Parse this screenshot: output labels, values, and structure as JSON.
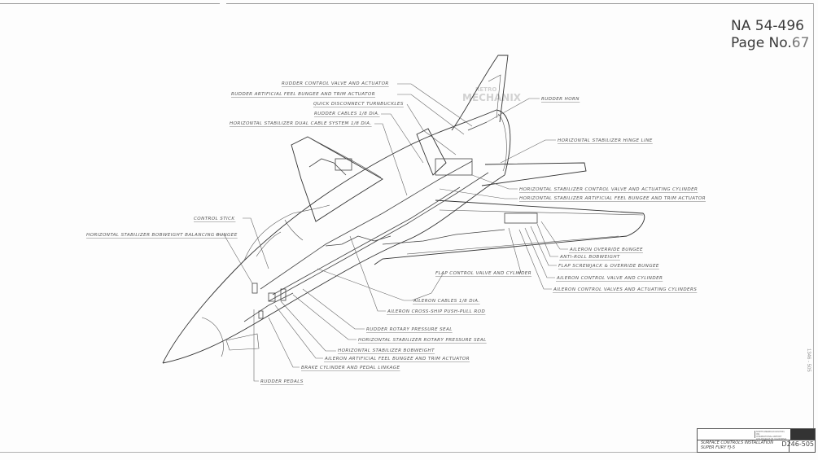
{
  "document": {
    "stamp_line1": "NA 54-496",
    "stamp_line2_prefix": "Page No.",
    "stamp_page_number": "67",
    "watermark_top": "RETRO",
    "watermark_bottom": "MECHANIX",
    "margin_note": "1346 - 505"
  },
  "callouts": {
    "rudder_control_valve": "RUDDER CONTROL VALVE AND ACTUATOR",
    "rudder_artificial_feel": "RUDDER ARTIFICIAL FEEL BUNGEE AND TRIM ACTUATOR",
    "quick_disconnect": "QUICK DISCONNECT TURNBUCKLES",
    "rudder_cables": "RUDDER CABLES 1/8 DIA.",
    "hstab_dual_cable": "HORIZONTAL STABILIZER DUAL CABLE SYSTEM 1/8 DIA.",
    "rudder_horn": "RUDDER HORN",
    "hstab_hinge_line": "HORIZONTAL STABILIZER HINGE LINE",
    "hstab_control_valve": "HORIZONTAL STABILIZER CONTROL VALVE AND ACTUATING CYLINDER",
    "hstab_artificial_feel": "HORIZONTAL STABILIZER ARTIFICIAL FEEL BUNGEE AND TRIM ACTUATOR",
    "control_stick": "CONTROL STICK",
    "hstab_bobweight_bungee": "HORIZONTAL STABILIZER BOBWEIGHT BALANCING BUNGEE",
    "aileron_override_bungee": "AILERON OVERRIDE BUNGEE",
    "anti_roll_bobweight": "ANTI-ROLL BOBWEIGHT",
    "flap_screwjack": "FLAP SCREWJACK & OVERRIDE BUNGEE",
    "flap_control_valve": "FLAP CONTROL VALVE AND CYLINDER",
    "aileron_control_valve": "AILERON CONTROL VALVE AND CYLINDER",
    "aileron_control_valves_cyl": "AILERON CONTROL VALVES AND ACTUATING CYLINDERS",
    "aileron_cables": "AILERON CABLES 1/8 DIA.",
    "aileron_cross_ship": "AILERON CROSS-SHIP PUSH-PULL ROD",
    "rudder_rotary_seal": "RUDDER ROTARY PRESSURE SEAL",
    "hstab_rotary_seal": "HORIZONTAL STABILIZER ROTARY PRESSURE SEAL",
    "hstab_bobweight": "HORIZONTAL STABILIZER BOBWEIGHT",
    "aileron_artificial_feel": "AILERON ARTIFICIAL FEEL BUNGEE AND TRIM ACTUATOR",
    "brake_cylinder": "BRAKE CYLINDER AND PEDAL LINKAGE",
    "rudder_pedals": "RUDDER PEDALS"
  },
  "title_block": {
    "company_lines": [
      "NORTH AMERICAN AVIATION, INC.",
      "INTERNATIONAL AIRPORT",
      "LOS ANGELES 45, CALIFORNIA"
    ],
    "drawing_title_line1": "SURFACE CONTROLS INSTALLATION",
    "drawing_title_line2": "SUPER FURY  FJ-5",
    "drawing_number": "D246-505"
  }
}
